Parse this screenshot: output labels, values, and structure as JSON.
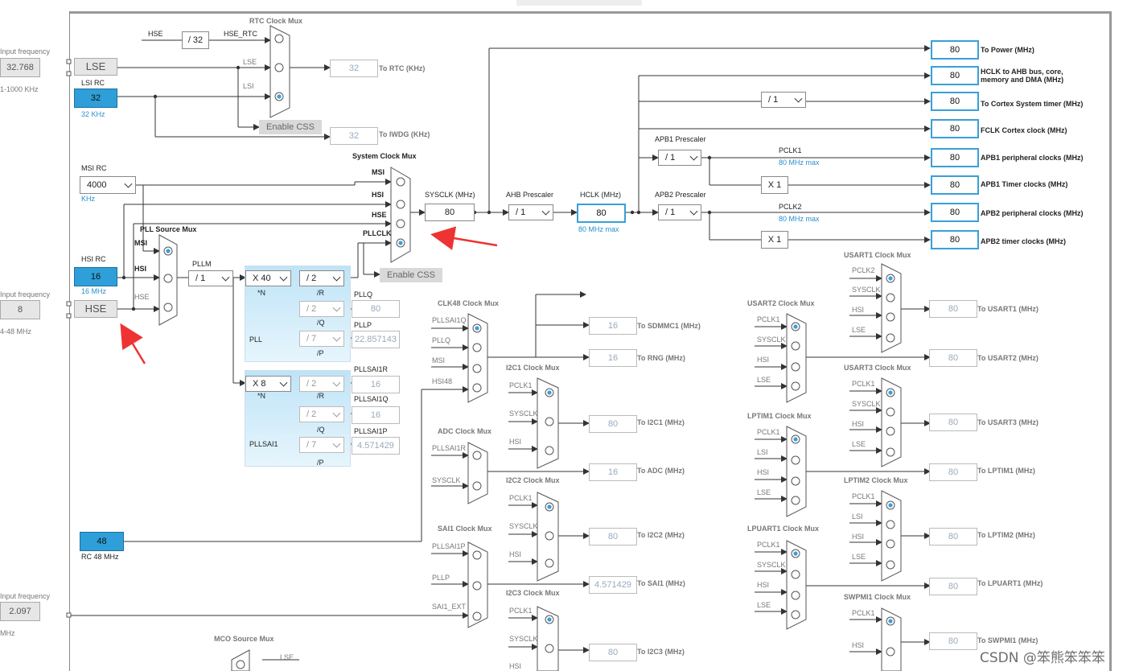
{
  "page": {
    "watermark": "CSDN @笨熊笨笨笨"
  },
  "left": {
    "input_freq_1": "Input frequency",
    "lse_input": "32.768",
    "lse_range": "1-1000 KHz",
    "lse_label": "LSE",
    "lsirc_label": "LSI RC",
    "lsirc_value": "32",
    "lsirc_unit": "32 KHz",
    "msirc_label": "MSI RC",
    "msi_value": "4000",
    "msi_unit": "KHz",
    "hsirc_label": "HSI RC",
    "hsi_value": "16",
    "hsi_unit": "16 MHz",
    "input_freq_2": "Input frequency",
    "hse_input": "8",
    "hse_range": "4-48 MHz",
    "hse_label": "HSE",
    "rc48_value": "48",
    "rc48_unit": "RC 48 MHz",
    "input_freq_3": "Input frequency",
    "ext_input": "2.097",
    "ext_unit": "MHz"
  },
  "rtc": {
    "title": "RTC Clock Mux",
    "hse": "HSE",
    "div": "/ 32",
    "hse_rtc": "HSE_RTC",
    "lse": "LSE",
    "lsi": "LSI",
    "rtc_out": "32",
    "rtc_label": "To RTC (KHz)",
    "enable_css": "Enable CSS",
    "iwdg_out": "32",
    "iwdg_label": "To IWDG (KHz)"
  },
  "sysmux": {
    "title": "System Clock Mux",
    "msi": "MSI",
    "hsi": "HSI",
    "hse": "HSE",
    "pllclk": "PLLCLK",
    "sysclk_label": "SYSCLK (MHz)",
    "sysclk": "80",
    "enable_css": "Enable CSS"
  },
  "ahb": {
    "title": "AHB Prescaler",
    "value": "/ 1",
    "hclk_label": "HCLK (MHz)",
    "hclk": "80",
    "hclk_max": "80 MHz max"
  },
  "apb1": {
    "title": "APB1 Prescaler",
    "value": "/ 1",
    "pclk": "PCLK1",
    "max": "80 MHz max",
    "timer_mul": "X 1"
  },
  "apb2": {
    "title": "APB2 Prescaler",
    "value": "/ 1",
    "pclk": "PCLK2",
    "max": "80 MHz max",
    "timer_mul": "X 1"
  },
  "cortex": {
    "div": "/ 1"
  },
  "outputs": [
    {
      "value": "80",
      "label": "To Power (MHz)"
    },
    {
      "value": "80",
      "label": "HCLK to AHB bus, core,",
      "label2": "memory and DMA (MHz)"
    },
    {
      "value": "80",
      "label": "To Cortex System timer (MHz)"
    },
    {
      "value": "80",
      "label": "FCLK Cortex clock (MHz)"
    },
    {
      "value": "80",
      "label": "APB1 peripheral clocks (MHz)"
    },
    {
      "value": "80",
      "label": "APB1 Timer clocks (MHz)"
    },
    {
      "value": "80",
      "label": "APB2 peripheral clocks (MHz)"
    },
    {
      "value": "80",
      "label": "APB2 timer clocks (MHz)"
    }
  ],
  "pll": {
    "src_title": "PLL Source Mux",
    "msi": "MSI",
    "hsi": "HSI",
    "hse": "HSE",
    "pllm_label": "PLLM",
    "pllm": "/ 1",
    "n": "X 40",
    "n_lbl": "*N",
    "r": "/ 2",
    "r_lbl": "/R",
    "q": "/ 2",
    "q_lbl": "/Q",
    "p": "/ 7",
    "p_lbl": "/P",
    "name": "PLL",
    "pllq_lbl": "PLLQ",
    "pllq": "80",
    "pllp_lbl": "PLLP",
    "pllp": "22.857143"
  },
  "pllsai1": {
    "n": "X 8",
    "n_lbl": "*N",
    "r": "/ 2",
    "r_lbl": "/R",
    "q": "/ 2",
    "q_lbl": "/Q",
    "p": "/ 7",
    "p_lbl": "/P",
    "name": "PLLSAI1",
    "r_out_lbl": "PLLSAI1R",
    "r_out": "16",
    "q_out_lbl": "PLLSAI1Q",
    "q_out": "16",
    "p_out_lbl": "PLLSAI1P",
    "p_out": "4.571429"
  },
  "clk48": {
    "title": "CLK48 Clock Mux",
    "in1": "PLLSAI1Q",
    "in2": "PLLQ",
    "in3": "MSI",
    "in4": "HSI48",
    "sdmmc": "16",
    "sdmmc_lbl": "To SDMMC1 (MHz)",
    "rng": "16",
    "rng_lbl": "To RNG (MHz)"
  },
  "adc": {
    "title": "ADC Clock Mux",
    "in1": "PLLSAI1R",
    "in2": "SYSCLK",
    "out": "16",
    "out_lbl": "To ADC (MHz)"
  },
  "sai1": {
    "title": "SAI1 Clock Mux",
    "in1": "PLLSAI1P",
    "in2": "PLLP",
    "in3": "SAI1_EXT",
    "out": "4.571429",
    "out_lbl": "To SAI1 (MHz)"
  },
  "i2c1": {
    "title": "I2C1 Clock Mux",
    "in1": "PCLK1",
    "in2": "SYSCLK",
    "in3": "HSI",
    "out": "80",
    "out_lbl": "To I2C1 (MHz)"
  },
  "i2c2": {
    "title": "I2C2 Clock Mux",
    "in1": "PCLK1",
    "in2": "SYSCLK",
    "in3": "HSI",
    "out": "80",
    "out_lbl": "To I2C2 (MHz)"
  },
  "i2c3": {
    "title": "I2C3 Clock Mux",
    "in1": "PCLK1",
    "in2": "SYSCLK",
    "in3": "HSI",
    "out": "80",
    "out_lbl": "To I2C3 (MHz)"
  },
  "mco": {
    "title": "MCO Source Mux",
    "in1": "LSE"
  },
  "usart2": {
    "title": "USART2 Clock Mux",
    "in1": "PCLK1",
    "in2": "SYSCLK",
    "in3": "HSI",
    "in4": "LSE"
  },
  "lptim1": {
    "title": "LPTIM1 Clock Mux",
    "in1": "PCLK1",
    "in2": "LSI",
    "in3": "HSI",
    "in4": "LSE"
  },
  "lpuart1": {
    "title": "LPUART1 Clock Mux",
    "in1": "PCLK1",
    "in2": "SYSCLK",
    "in3": "HSI",
    "in4": "LSE"
  },
  "usart1": {
    "title": "USART1 Clock Mux",
    "in1": "PCLK2",
    "in2": "SYSCLK",
    "in3": "HSI",
    "in4": "LSE",
    "out": "80",
    "out_lbl": "To USART1 (MHz)"
  },
  "usart3": {
    "title": "USART3 Clock Mux",
    "in1": "PCLK1",
    "in2": "SYSCLK",
    "in3": "HSI",
    "in4": "LSE",
    "out": "80",
    "out_lbl": "To USART3 (MHz)"
  },
  "usart2_out": {
    "out": "80",
    "out_lbl": "To USART2 (MHz)"
  },
  "lptim2": {
    "title": "LPTIM2 Clock Mux",
    "in1": "PCLK1",
    "in2": "LSI",
    "in3": "HSI",
    "in4": "LSE",
    "out": "80",
    "out_lbl": "To LPTIM2 (MHz)"
  },
  "lptim1_out": {
    "out": "80",
    "out_lbl": "To LPTIM1 (MHz)"
  },
  "swpmi1": {
    "title": "SWPMI1 Clock Mux",
    "in1": "PCLK1",
    "in2": "HSI",
    "out": "80",
    "out_lbl": "To SWPMI1 (MHz)"
  },
  "lpuart1_out": {
    "out": "80",
    "out_lbl": "To LPUART1 (MHz)"
  }
}
